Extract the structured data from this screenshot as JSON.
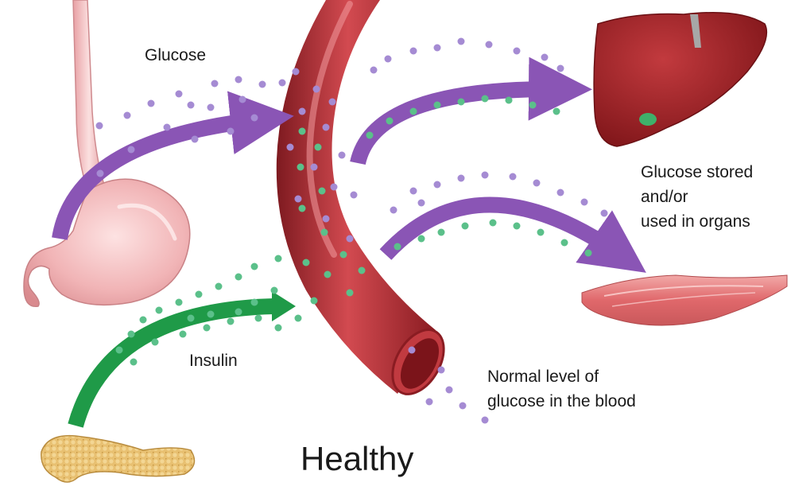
{
  "labels": {
    "glucose": "Glucose",
    "insulin": "Insulin",
    "stored": [
      "Glucose stored",
      "and/or",
      "used in organs"
    ],
    "normal": [
      "Normal level of",
      "glucose in the blood"
    ],
    "title": "Healthy"
  },
  "colors": {
    "glucose_dot": "#a58bd3",
    "insulin_dot": "#5bc08a",
    "glucose_arrow": "#8a55b5",
    "insulin_arrow": "#1f9a48",
    "vessel": "#b8323a",
    "liver": "#9f1d22",
    "stomach": "#e9a6aa",
    "muscle": "#e7787a",
    "pancreas": "#e2b867"
  },
  "icons": [
    "esophagus",
    "stomach",
    "pancreas",
    "blood-vessel",
    "liver",
    "gallbladder",
    "muscle"
  ]
}
